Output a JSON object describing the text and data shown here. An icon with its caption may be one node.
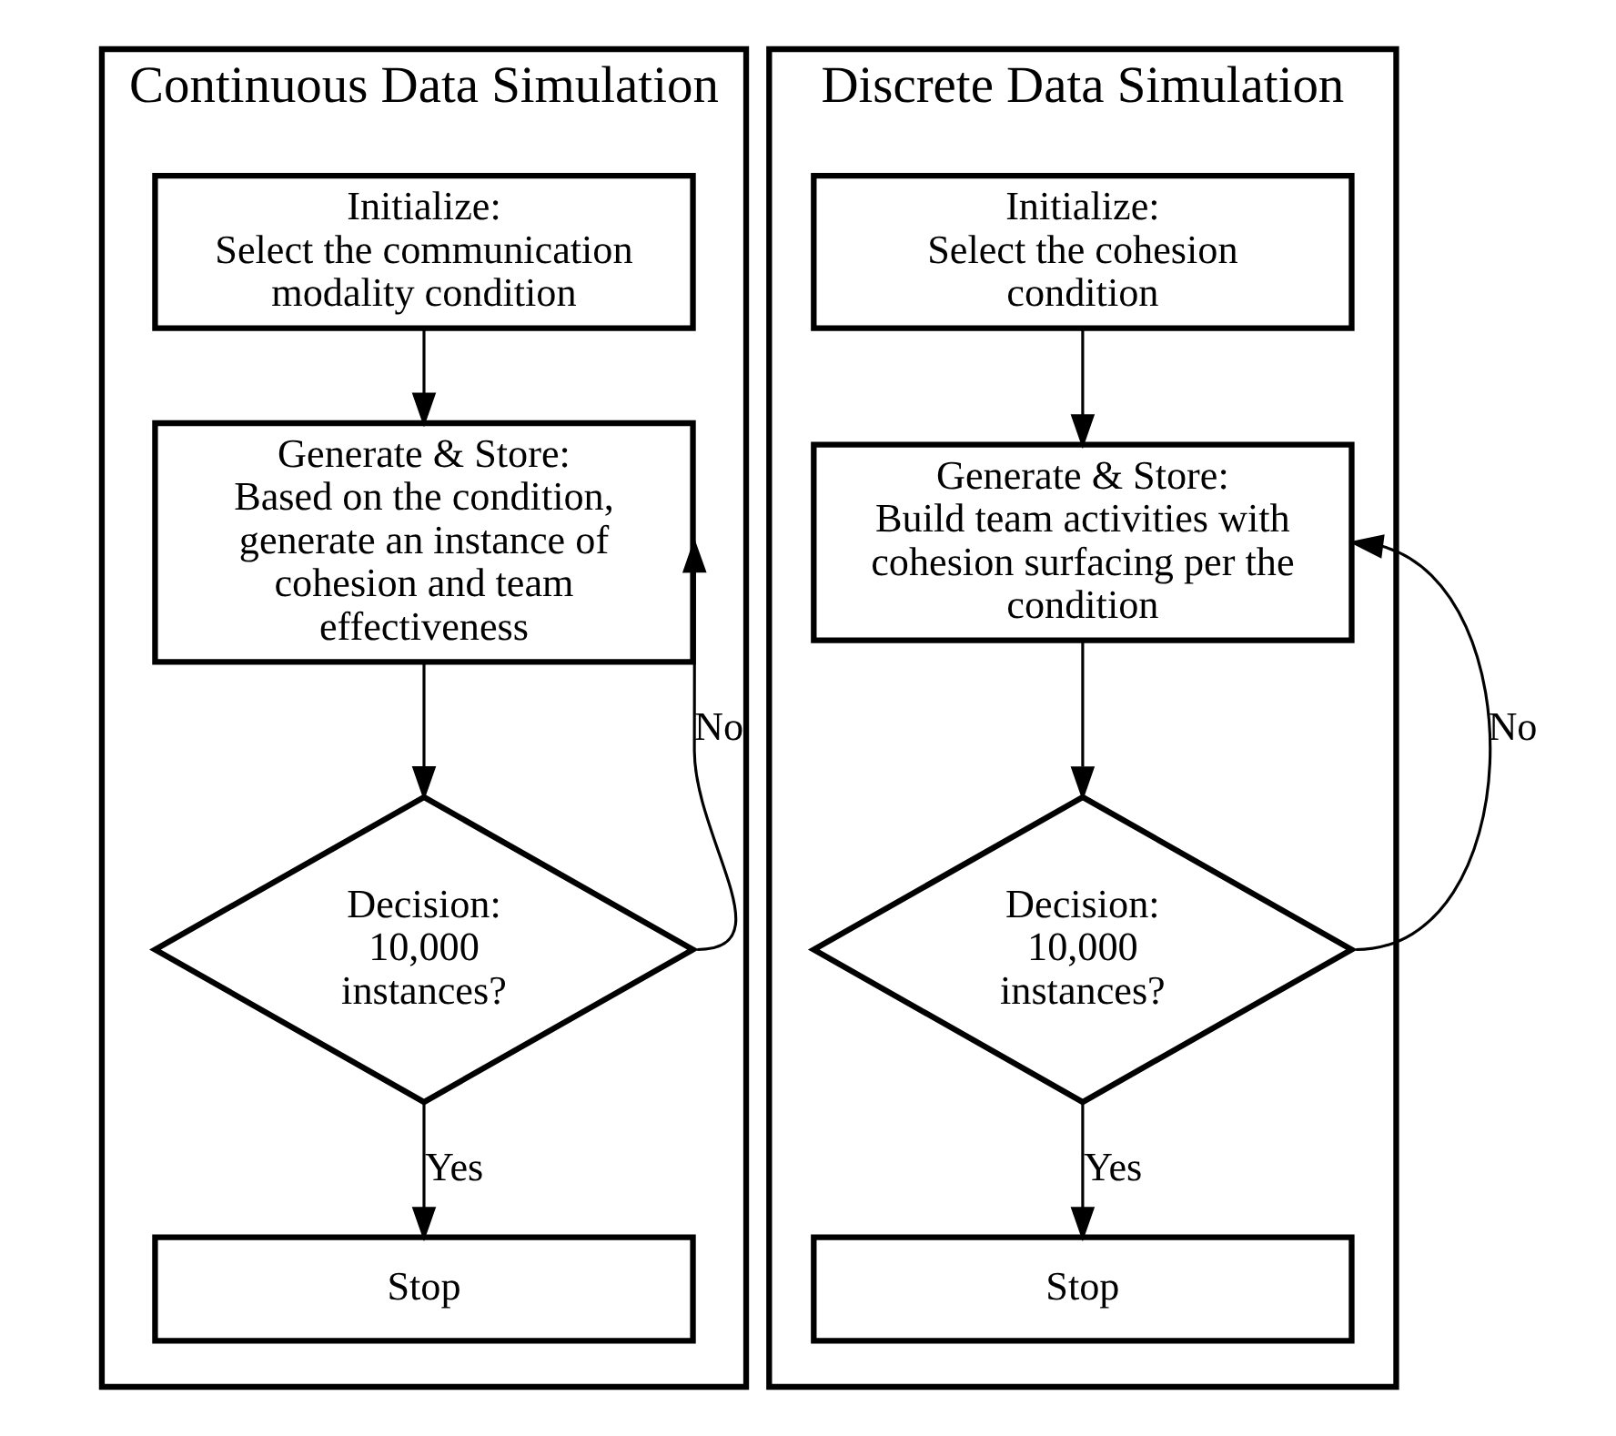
{
  "diagram": {
    "nodes": [
      {
        "text": [
          "Continuous Data Simulation"
        ]
      },
      {
        "text": [
          "Initialize:",
          "Select the communication modality condition"
        ],
        "in": 0
      },
      {
        "text": [
          "Generate & Store:",
          "Based on the condition, generate an instance of cohesion and team effectiveness"
        ],
        "in": 0
      },
      {
        "text": [
          "Decision:",
          "10,000 instances?"
        ],
        "in": 0
      },
      {
        "text": [
          "Stop"
        ],
        "in": 0
      },
      {
        "text": [
          "Discrete Data Simulation"
        ]
      },
      {
        "text": [
          "Initialize:",
          "Select the cohesion condition"
        ],
        "in": 5
      },
      {
        "text": [
          "Generate & Store:",
          "Build team activities with cohesion surfacing per the condition"
        ],
        "in": 5
      },
      {
        "text": [
          "Decision:",
          "10,000 instances?"
        ],
        "in": 5
      },
      {
        "text": [
          "Stop"
        ],
        "in": 5
      }
    ],
    "edges": [
      {
        "from": 1,
        "to": 2,
        "arrow": "to"
      },
      {
        "from": 2,
        "to": 3,
        "arrow": "to"
      },
      {
        "from": 3,
        "to": 2,
        "arrow": "to",
        "label": "No"
      },
      {
        "from": 3,
        "to": 4,
        "arrow": "to",
        "label": "Yes"
      },
      {
        "from": 6,
        "to": 7,
        "arrow": "to"
      },
      {
        "from": 7,
        "to": 8,
        "arrow": "to"
      },
      {
        "from": 8,
        "to": 7,
        "arrow": "to",
        "label": "No"
      },
      {
        "from": 8,
        "to": 9,
        "arrow": "to",
        "label": "Yes"
      }
    ]
  }
}
